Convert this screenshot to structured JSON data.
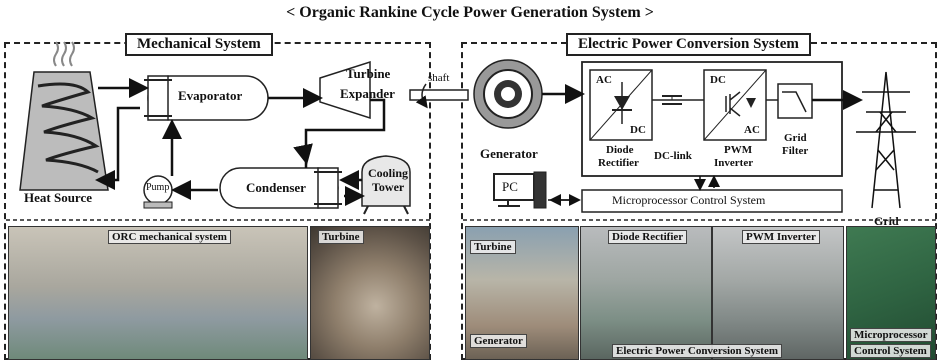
{
  "title": "< Organic Rankine Cycle Power Generation System >",
  "mechanical": {
    "label": "Mechanical System",
    "heat_source": "Heat Source",
    "evaporator": "Evaporator",
    "turbine": "Turbine",
    "expander": "Expander",
    "pump": "Pump",
    "condenser": "Condenser",
    "cooling_tower_1": "Cooling",
    "cooling_tower_2": "Tower"
  },
  "shaft": "shaft",
  "electric": {
    "label": "Electric Power Conversion System",
    "generator": "Generator",
    "ac_1": "AC",
    "dc_1": "DC",
    "diode_1": "Diode",
    "diode_2": "Rectifier",
    "dc_link": "DC-link",
    "dc_2": "DC",
    "ac_2": "AC",
    "pwm_1": "PWM",
    "pwm_2": "Inverter",
    "grid_filter_1": "Grid",
    "grid_filter_2": "Filter",
    "grid": "Grid",
    "pc": "PC",
    "control": "Microprocessor Control System"
  },
  "photos": {
    "orc": "ORC mechanical system",
    "turbine": "Turbine",
    "turbine_2": "Turbine",
    "generator": "Generator",
    "diode": "Diode Rectifier",
    "pwm": "PWM Inverter",
    "epcs": "Electric Power Conversion System",
    "micro_1": "Microprocessor",
    "micro_2": "Control System"
  }
}
